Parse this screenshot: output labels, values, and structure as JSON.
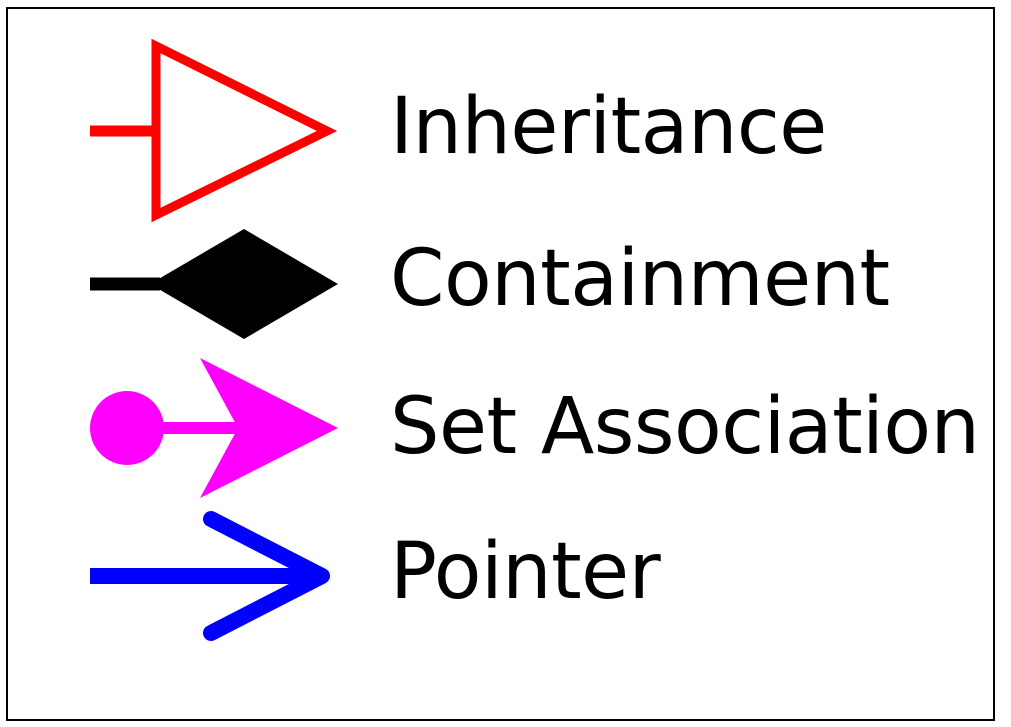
{
  "legend": {
    "items": [
      {
        "id": "inheritance",
        "label": "Inheritance",
        "icon": "hollow-triangle-arrow-icon",
        "color": "#ff0000"
      },
      {
        "id": "containment",
        "label": "Containment",
        "icon": "filled-diamond-arrow-icon",
        "color": "#000000"
      },
      {
        "id": "set-association",
        "label": "Set Association",
        "icon": "dot-arrowhead-arrow-icon",
        "color": "#ff00ff"
      },
      {
        "id": "pointer",
        "label": "Pointer",
        "icon": "open-arrow-icon",
        "color": "#0000ff"
      }
    ]
  }
}
